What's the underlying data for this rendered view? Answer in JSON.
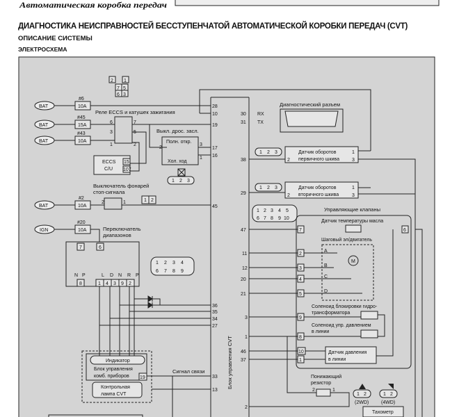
{
  "header": {
    "section": "Автоматическая коробка передач",
    "title": "ДИАГНОСТИКА НЕИСПРАВНОСТЕЙ БЕССТУПЕНЧАТОЙ АВТОМАТИЧЕСКОЙ КОРОБКИ ПЕРЕДАЧ (CVT)",
    "subtitle": "ОПИСАНИЕ СИСТЕМЫ",
    "subsubtitle": "ЭЛЕКТРОСХЕМА"
  },
  "diagram": {
    "power": [
      "BAT",
      "BAT",
      "BAT",
      "BAT",
      "IGN"
    ],
    "fuses": [
      {
        "num": "#6",
        "rating": "10A"
      },
      {
        "num": "#45",
        "rating": "15A"
      },
      {
        "num": "#43",
        "rating": "10A"
      },
      {
        "num": "#2",
        "rating": "10A"
      },
      {
        "num": "#20",
        "rating": "10A"
      }
    ],
    "relay_label": "Реле ECCS и катушек зажигания",
    "relay_pins": [
      "6",
      "7",
      "3",
      "5",
      "1",
      "2"
    ],
    "relay_conn": [
      "2",
      "1",
      "7",
      "5",
      "6",
      "3"
    ],
    "eccs": {
      "l1": "ECCS",
      "l2": "C/U",
      "pin1": "15",
      "pin2": "107"
    },
    "throttle": {
      "label": "Выкл. дрос. засл.",
      "full": "Полн. откр.",
      "idle": "Хол. ход",
      "pins": [
        "2",
        "3",
        "1"
      ],
      "conn": [
        "1",
        "2",
        "3"
      ]
    },
    "stop_switch": {
      "l1": "Выключатель фонарей",
      "l2": "стоп-сигнала",
      "pins": [
        "2",
        "1"
      ],
      "conn": [
        "1",
        "2"
      ]
    },
    "range_switch": {
      "l1": "Переключатель",
      "l2": "диапазонов",
      "top": [
        "7",
        "6"
      ],
      "pos": [
        "N",
        "P",
        "L",
        "D",
        "N",
        "R",
        "P"
      ],
      "bottom": [
        "8",
        "1",
        "4",
        "3",
        "9",
        "2"
      ],
      "conn": [
        "1",
        "2",
        "3",
        "4",
        "6",
        "7",
        "8",
        "9"
      ]
    },
    "cluster": {
      "indicator": "Индикатор",
      "l1": "Блок управления",
      "l2": "комб. приборов",
      "pin": "19",
      "lamp1": "Контрольная",
      "lamp2": "лампа CVT",
      "signal": "Сигнал связи"
    },
    "cvt_unit": "Блок управления CVT",
    "cvt_left_pins": [
      "28",
      "10",
      "19",
      "17",
      "16",
      "45",
      "36",
      "35",
      "34",
      "27",
      "33",
      "13"
    ],
    "cvt_right_pins": [
      "30",
      "31",
      "38",
      "29",
      "47",
      "11",
      "12",
      "20",
      "21",
      "3",
      "1",
      "46",
      "37",
      "2"
    ],
    "rx": "RX",
    "tx": "TX",
    "diag_conn": "Диагностический разъем",
    "primary": {
      "l1": "Датчик оборотов",
      "l2": "первичного шкива",
      "pins": [
        "1",
        "2",
        "3"
      ],
      "conn": [
        "1",
        "2",
        "3"
      ]
    },
    "secondary": {
      "l1": "Датчик оборотов",
      "l2": "вторичного шкива",
      "pins": [
        "1",
        "2",
        "3"
      ],
      "conn": [
        "1",
        "2",
        "3"
      ]
    },
    "valve_conn": [
      "1",
      "2",
      "3",
      "4",
      "5",
      "6",
      "7",
      "8",
      "9",
      "10"
    ],
    "valves": {
      "label": "Управляющие клапаны",
      "oil_temp": "Датчик температуры масла",
      "stepper": "Шаговый эл/двигатель",
      "phases": [
        "A",
        "B",
        "C",
        "D"
      ],
      "motor": "M",
      "lockup1": "Соленоид блокировки гидро-",
      "lockup2": "трансформатора",
      "line1": "Соленоид упр. давлением",
      "line2": "в линии",
      "press1": "Датчик давления",
      "press2": "в линии",
      "pins": [
        "7",
        "2",
        "3",
        "4",
        "5",
        "9",
        "8",
        "10",
        "1",
        "6"
      ]
    },
    "resistor": {
      "l1": "Понижающий",
      "l2": "резистор",
      "pins": [
        "2",
        "1"
      ]
    },
    "drive_conn": {
      "c2wd": "(2WD)",
      "c4wd": "(4WD)",
      "pins": [
        "1",
        "2"
      ]
    },
    "tachometer": "Тахометр"
  }
}
